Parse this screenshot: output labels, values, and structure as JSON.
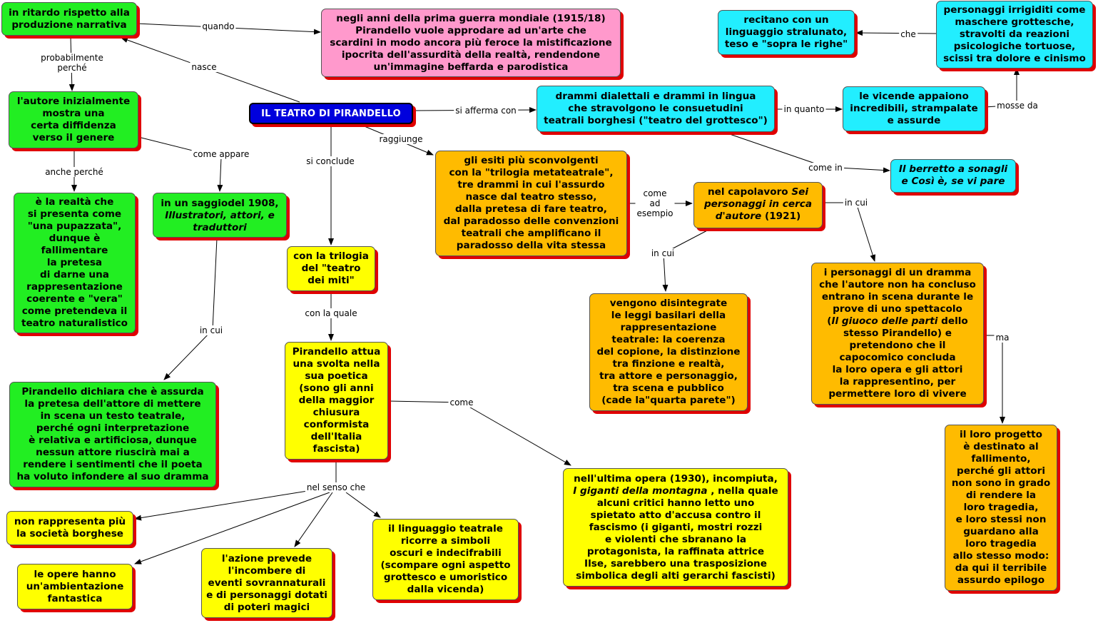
{
  "center": "IL TEATRO DI PIRANDELLO",
  "nodes": {
    "ritardo": "in ritardo rispetto alla\nproduzione narrativa",
    "guerra": "negli anni della prima guerra mondiale (1915/18)\nPirandello vuole approdare ad un'arte che\nscardini in modo ancora più feroce la mistificazione\nipocrita dell'assurdità della realtà, rendendone\nun'immagine beffarda e parodistica",
    "diffidenza": "l'autore inizialmente\nmostra una\ncerta diffidenza\nverso il genere",
    "pupazzata": "è la realtà che\nsi presenta come\n\"una pupazzata\",\ndunque è\nfallimentare\nla pretesa\ndi darne una\nrappresentazione\ncoerente e \"vera\"\ncome pretendeva il\nteatro naturalistico",
    "saggio_a": "in un saggiodel 1908,",
    "saggio_b": "Illustratori, attori, e\ntraduttori",
    "dichiara": "Pirandello dichiara che è assurda\nla pretesa dell'attore di mettere\nin scena un testo teatrale,\nperché ogni interpretazione\nè relativa e artificiosa, dunque\nnessun attore riuscirà mai a\nrendere i sentimenti che il poeta\nha voluto infondere al suo dramma",
    "miti": "con la trilogia\ndel \"teatro\ndei miti\"",
    "svolta": "Pirandello attua\nuna svolta nella\nsua poetica\n(sono gli anni\ndella maggior\nchiusura\nconformista\ndell'Italia\nfascista)",
    "borghese": "non rappresenta più\nla società borghese",
    "fantastica": "le opere hanno\nun'ambientazione\nfantastica",
    "azione": "l'azione prevede\nl'incombere  di\neventi sovrannaturali\ne di personaggi dotati\ndi poteri magici",
    "linguaggio": "il linguaggio teatrale\nricorre a simboli\noscuri e indecifrabili\n(scompare ogni aspetto\ngrottesco e umoristico\ndalla vicenda)",
    "giganti_a": "nell'ultima opera (1930), incompiuta,",
    "giganti_b": "I giganti della montagna",
    "giganti_c": " , nella quale\nalcuni critici hanno letto uno\nspietato atto d'accusa contro il\nfascismo (i giganti, mostri rozzi\ne violenti che sbranano la\nprotagonista, la raffinata attrice\nIlse, sarebbero una trasposizione\nsimbolica degli alti gerarchi fascisti)",
    "esiti": "gli esiti più sconvolgenti\ncon la \"trilogia metateatrale\",\ntre drammi in cui l'assurdo\nnasce dal teatro stesso,\ndalla pretesa di fare teatro,\ndal paradosso delle convenzioni\nteatrali che amplificano il\nparadosso della vita stessa",
    "sei_a": "nel capolavoro ",
    "sei_b": "Sei\npersonaggi in cerca\nd'autore",
    "sei_c": "  (1921)",
    "leggi": "vengono disintegrate\nle leggi basilari della\nrappresentazione\nteatrale: la coerenza\ndel copione, la distinzione\ntra finzione e realtà,\ntra attore e personaggio,\ntra scena e pubblico\n(cade la\"quarta parete\")",
    "pers_a": "i personaggi di un dramma\nche l'autore non ha concluso\nentrano in scena durante le\nprove di uno spettacolo\n(",
    "pers_b": "Il giuoco delle parti",
    "pers_c": " dello\nstesso Pirandello) e\npretendono che il\ncapocomico concluda\nla loro opera e gli attori\nla rappresentino, per\npermettere loro di vivere",
    "progetto": "il loro progetto\nè destinato al\nfallimento,\nperché gli attori\nnon sono in grado\ndi rendere la\nloro tragedia,\ne loro stessi non\nguardano alla\nloro tragedia\nallo stesso modo:\nda qui il terribile\nassurdo epilogo",
    "dialettali": "drammi dialettali e drammi in lingua\nche stravolgono le consuetudini\nteatrali borghesi (\"teatro del grottesco\")",
    "vicende": "le vicende appaiono\nincredibili, strampalate\ne assurde",
    "maschere": "personaggi irrigiditi come\nmaschere grottesche,\nstravolti da reazioni\npsicologiche tortuose,\nscissi tra dolore e cinismo",
    "recitano": "recitano con un\nlinguaggio stralunato,\nteso e \"sopra le righe\"",
    "berretto_a": "Il berretto a sonagli\ne ",
    "berretto_b": "Così è, se vi pare"
  },
  "labels": {
    "quando": "quando",
    "nasce": "nasce",
    "probabilmente": "probabilmente\nperché",
    "anche_perche": "anche perché",
    "come_appare": "come appare",
    "in_cui_1": "in cui",
    "si_conclude": "si conclude",
    "con_la_quale": "con la quale",
    "nel_senso_che": "nel senso che",
    "come": "come",
    "raggiunge": "raggiunge",
    "come_ad_esempio": "come\nad\nesempio",
    "in_cui_2": "in cui",
    "in_cui_3": "in cui",
    "ma": "ma",
    "si_afferma_con": "si afferma con",
    "in_quanto": "in quanto",
    "mosse_da": "mosse da",
    "che": "che",
    "come_in": "come in"
  }
}
